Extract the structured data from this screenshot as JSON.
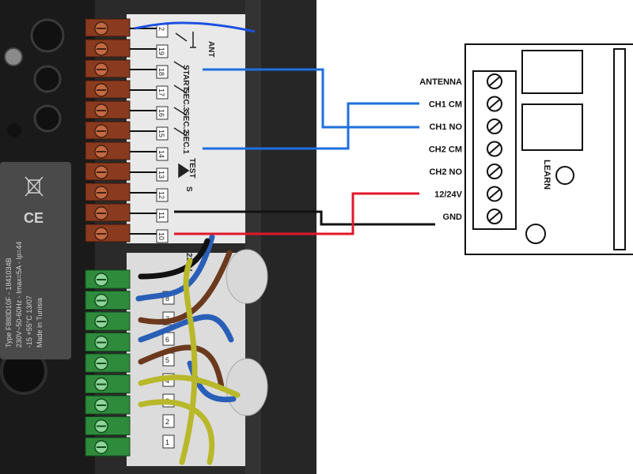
{
  "colors": {
    "photo_background": "#2a2a2a",
    "terminal_brown": "#8a3b1f",
    "terminal_green": "#2e8b3c",
    "wire_blue": "#1e6fe0",
    "wire_red": "#e0182a",
    "wire_black": "#111111",
    "wire_brown": "#6b3a1e",
    "wire_yellow_green": "#b8b82a"
  },
  "controller": {
    "terminal_numbers": [
      "2",
      "19",
      "18",
      "17",
      "16",
      "15",
      "14",
      "13",
      "12",
      "11",
      "10"
    ],
    "function_labels": [
      "ANT",
      "START",
      "SEC.3",
      "SEC.2",
      "SEC.1",
      "TEST",
      "S"
    ],
    "power_label": "230V",
    "low_block_numbers": [
      "1",
      "2",
      "3",
      "4",
      "5",
      "6",
      "7",
      "8"
    ],
    "spec_lines": [
      "Type F880D10F - 1841034B",
      "230V~50-60Hz - Imax=5A - Ip=44",
      "-15 +55°C  13/07",
      "Made in Tunisia"
    ],
    "mark_ce": "CE"
  },
  "receiver": {
    "learn_label": "LEARN",
    "pins": [
      {
        "label": "ANTENNA"
      },
      {
        "label": "CH1 CM"
      },
      {
        "label": "CH1 NO"
      },
      {
        "label": "CH2 CM"
      },
      {
        "label": "CH2 NO"
      },
      {
        "label": "12/24V"
      },
      {
        "label": "GND"
      }
    ]
  }
}
